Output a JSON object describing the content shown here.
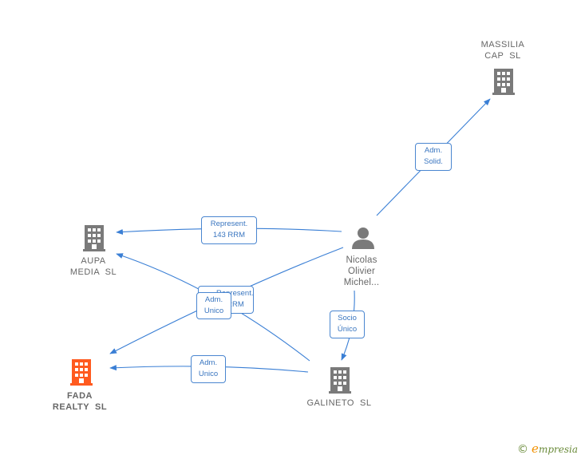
{
  "colors": {
    "edge": "#3a7fd5",
    "building": "#7a7a7a",
    "focus_building": "#ff5a1f",
    "person": "#7a7a7a"
  },
  "nodes": {
    "massilia": {
      "lines": [
        "MASSILIA",
        "CAP  SL"
      ],
      "icon": "building-icon"
    },
    "aupa": {
      "lines": [
        "AUPA",
        "MEDIA  SL"
      ],
      "icon": "building-icon"
    },
    "fada": {
      "lines": [
        "FADA",
        "REALTY  SL"
      ],
      "icon": "building-icon"
    },
    "galineto": {
      "lines": [
        "GALINETO  SL"
      ],
      "icon": "building-icon"
    },
    "nicolas": {
      "lines": [
        "Nicolas",
        "Olivier",
        "Michel..."
      ],
      "icon": "person-icon"
    }
  },
  "edges": {
    "adm_solid": {
      "lines": [
        "Adm.",
        "Solid."
      ]
    },
    "represent_143": {
      "lines": [
        "Represent.",
        "143 RRM"
      ]
    },
    "represent_hidden": {
      "lines": [
        "Represent.",
        "RRM"
      ]
    },
    "adm_unico_1": {
      "lines": [
        "Adm.",
        "Unico"
      ]
    },
    "socio_unico": {
      "lines": [
        "Socio",
        "Único"
      ]
    },
    "adm_unico_2": {
      "lines": [
        "Adm.",
        "Unico"
      ]
    }
  },
  "brand": {
    "symbol": "©",
    "initial": "e",
    "rest": "mpresia"
  }
}
